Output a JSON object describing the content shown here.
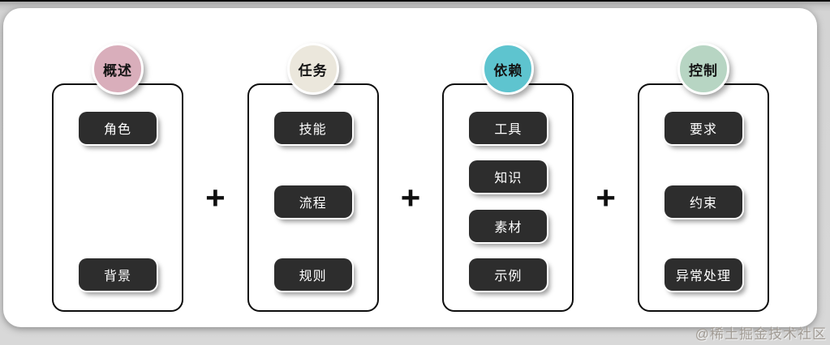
{
  "page": {
    "watermark": "@稀土掘金技术社区",
    "plus_label": "+"
  },
  "colors": {
    "overview_badge": "#d9aebb",
    "task_badge": "#ebe7dc",
    "dependency_badge": "#5ec4cf",
    "control_badge": "#b7d5c3",
    "pill_background": "#2d2d2d",
    "box_border": "#0d0d0d"
  },
  "columns": [
    {
      "label": "概述",
      "color": "#d9aebb",
      "items": [
        "角色",
        "背景"
      ]
    },
    {
      "label": "任务",
      "color": "#ebe7dc",
      "items": [
        "技能",
        "流程",
        "规则"
      ]
    },
    {
      "label": "依赖",
      "color": "#5ec4cf",
      "items": [
        "工具",
        "知识",
        "素材",
        "示例"
      ]
    },
    {
      "label": "控制",
      "color": "#b7d5c3",
      "items": [
        "要求",
        "约束",
        "异常处理"
      ]
    }
  ]
}
